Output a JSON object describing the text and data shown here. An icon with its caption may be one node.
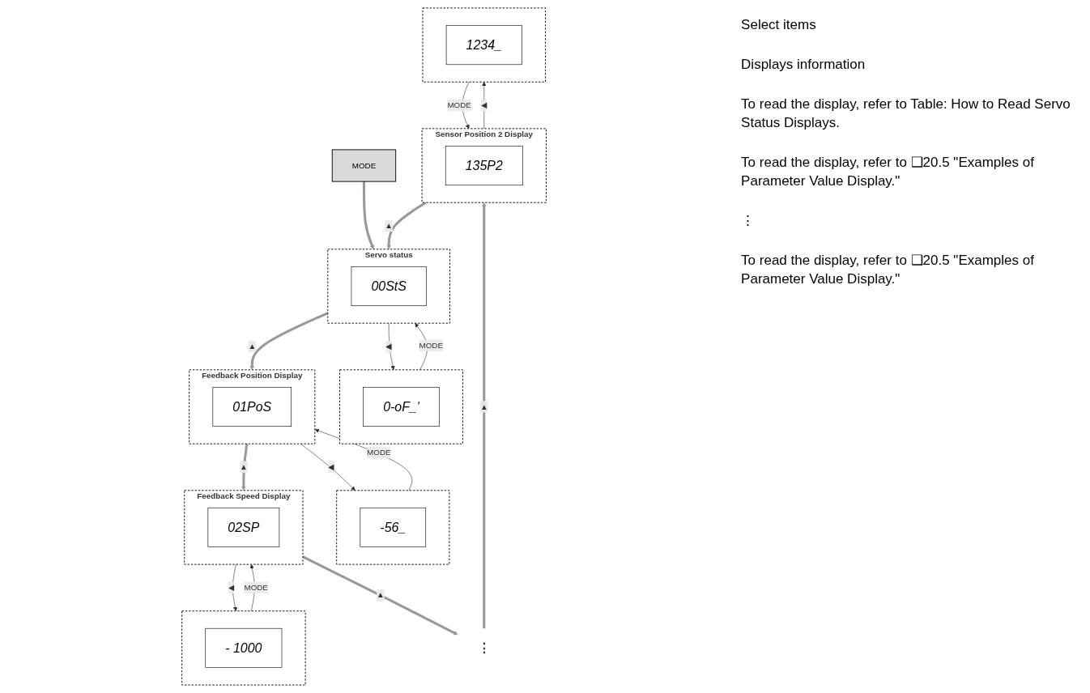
{
  "diagram": {
    "nodes": [
      {
        "text": [
          "MODE"
        ]
      },
      {
        "text": [
          "Servo status"
        ]
      },
      {
        "text": [
          "00StS"
        ],
        "in": 1
      },
      {
        "text": [],
        "shape": "box"
      },
      {
        "text": [
          "0-oF_'"
        ],
        "in": 3
      },
      {
        "text": [
          "Feedback Position Display"
        ]
      },
      {
        "text": [
          "01PoS"
        ],
        "in": 5
      },
      {
        "text": [],
        "shape": "box"
      },
      {
        "text": [
          "-56_"
        ],
        "in": 7
      },
      {
        "text": [
          "Feedback Speed Display"
        ]
      },
      {
        "text": [
          "02SP"
        ],
        "in": 9
      },
      {
        "text": [],
        "shape": "box"
      },
      {
        "text": [
          "- 1000"
        ],
        "in": 11
      },
      {
        "text": [
          "⋮"
        ]
      },
      {
        "text": [
          "Sensor Position 2 Display"
        ]
      },
      {
        "text": [
          "135P2"
        ],
        "in": 14
      },
      {
        "text": [],
        "shape": "box"
      },
      {
        "text": [
          "1234_"
        ],
        "in": 16
      }
    ],
    "edges": [
      {
        "from": 0,
        "to": 1,
        "arrow": "to",
        "style": "thick",
        "color": "#999999"
      },
      {
        "from": 1,
        "to": 3,
        "arrow": "to",
        "label": "◀"
      },
      {
        "from": 3,
        "to": 1,
        "arrow": "to",
        "label": "MODE"
      },
      {
        "from": 1,
        "to": 5,
        "arrow": "to",
        "label": "▲",
        "style": "thick",
        "color": "#999999"
      },
      {
        "from": 5,
        "to": 7,
        "arrow": "to",
        "label": "◀"
      },
      {
        "from": 7,
        "to": 5,
        "arrow": "to",
        "label": "MODE"
      },
      {
        "from": 5,
        "to": 9,
        "arrow": "to",
        "label": "▲",
        "style": "thick",
        "color": "#999999"
      },
      {
        "from": 9,
        "to": 11,
        "arrow": "to",
        "label": "◀"
      },
      {
        "from": 11,
        "to": 9,
        "arrow": "to",
        "label": "MODE"
      },
      {
        "from": 9,
        "to": 13,
        "arrow": "to",
        "label": "▲",
        "style": "thick",
        "color": "#999999"
      },
      {
        "from": 13,
        "to": 14,
        "arrow": "to",
        "label": "▲",
        "style": "thick",
        "color": "#999999"
      },
      {
        "from": 14,
        "to": 16,
        "arrow": "to",
        "label": "◀"
      },
      {
        "from": 16,
        "to": 14,
        "arrow": "to",
        "label": "MODE"
      },
      {
        "from": 14,
        "to": 1,
        "arrow": "to",
        "label": "▲",
        "style": "thick",
        "color": "#999999"
      }
    ],
    "labels": [
      "Select items",
      "Displays information",
      "To read the display, refer to Table: How to Read Servo Status Displays.",
      "To read the display, refer to ❑20.5 \"Examples of Parameter Value Display.\"",
      "⋮",
      "To read the display, refer to ❑20.5 \"Examples of Parameter Value Display.\""
    ]
  }
}
